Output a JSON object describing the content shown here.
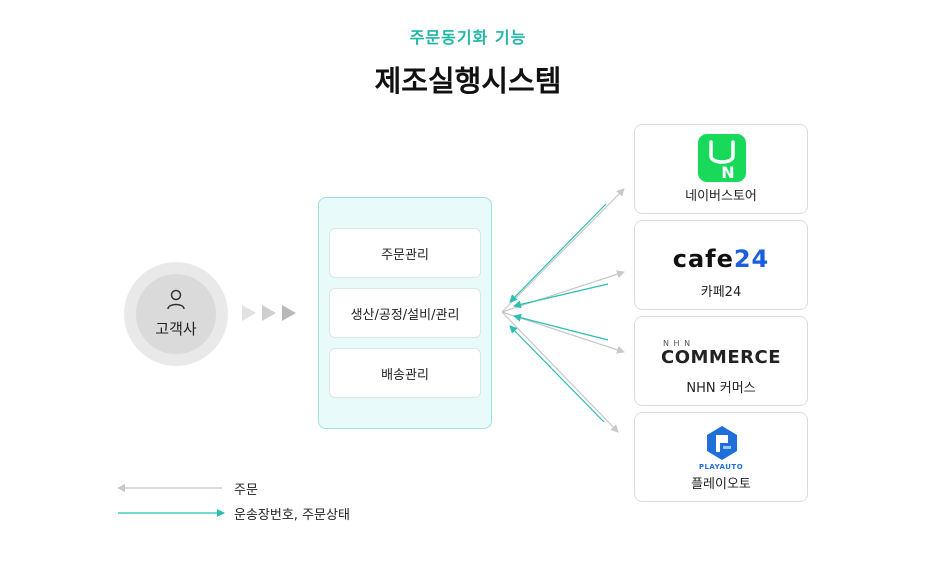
{
  "header": {
    "subtitle": "주문동기화 기능",
    "title": "제조실행시스템"
  },
  "customer": {
    "label": "고객사",
    "icon": "person-icon"
  },
  "mes": {
    "items": [
      "주문관리",
      "생산/공정/설비/관리",
      "배송관리"
    ],
    "fill_color": "#e8faf9",
    "border_color": "#9fe3dc"
  },
  "platforms": [
    {
      "label": "네이버스토어",
      "logo": "naver-shopping-bag-icon",
      "logo_letter": "N",
      "logo_color": "#19d95a"
    },
    {
      "label": "카페24",
      "logo_text_main": "cafe",
      "logo_text_accent": "24",
      "accent_color": "#1a5fe0"
    },
    {
      "label": "NHN 커머스",
      "logo_small": "N H N",
      "logo_text": "COMMERCE"
    },
    {
      "label": "플레이오토",
      "logo_text": "PLAYAUTO",
      "logo_color": "#1e6fd9"
    }
  ],
  "legend": {
    "order_label": "주문",
    "order_color": "#c8c8c8",
    "status_label": "운송장번호, 주문상태",
    "status_color": "#2bbfaf"
  }
}
